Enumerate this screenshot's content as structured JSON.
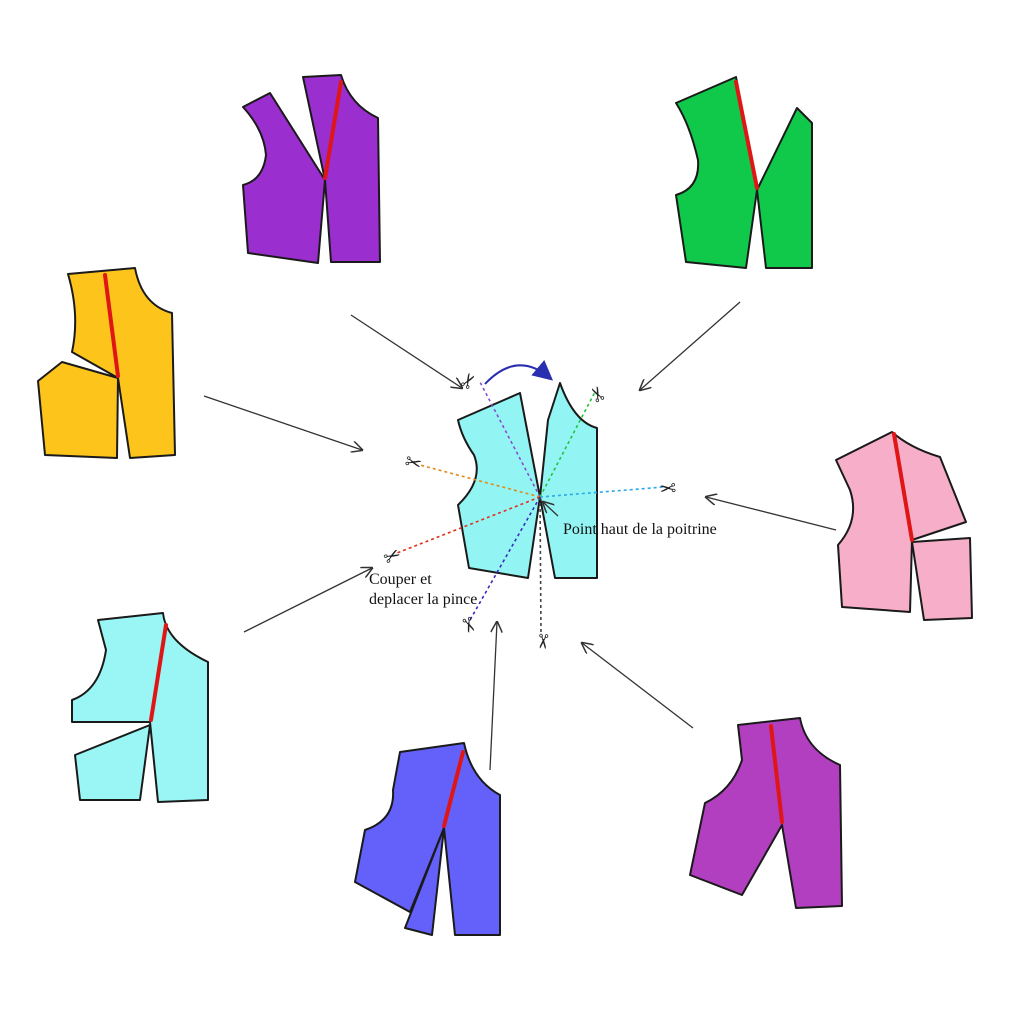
{
  "labels": {
    "bust_point": "Point haut de la poitrine",
    "instruction_line1": "Couper et",
    "instruction_line2": "deplacer la pince"
  },
  "icons": {
    "scissors": "✂"
  },
  "colors": {
    "purple": "#9b2ecf",
    "green": "#10c94a",
    "yellow": "#fdc51b",
    "pink": "#f7aec8",
    "cyan": "#99f6f4",
    "blue": "#6461fb",
    "magenta": "#b23fbf",
    "center": "#92f5f3",
    "dart": "#e01515",
    "rotate_arrow": "#2a2fb0"
  },
  "variations": [
    {
      "name": "shoulder-dart-purple",
      "color": "purple"
    },
    {
      "name": "shoulder-dart-green",
      "color": "green"
    },
    {
      "name": "side-dart-yellow",
      "color": "yellow"
    },
    {
      "name": "side-dart-pink",
      "color": "pink"
    },
    {
      "name": "waist-side-dart-cyan",
      "color": "cyan"
    },
    {
      "name": "center-front-dart-blue",
      "color": "blue"
    },
    {
      "name": "waist-dart-magenta",
      "color": "magenta"
    }
  ]
}
